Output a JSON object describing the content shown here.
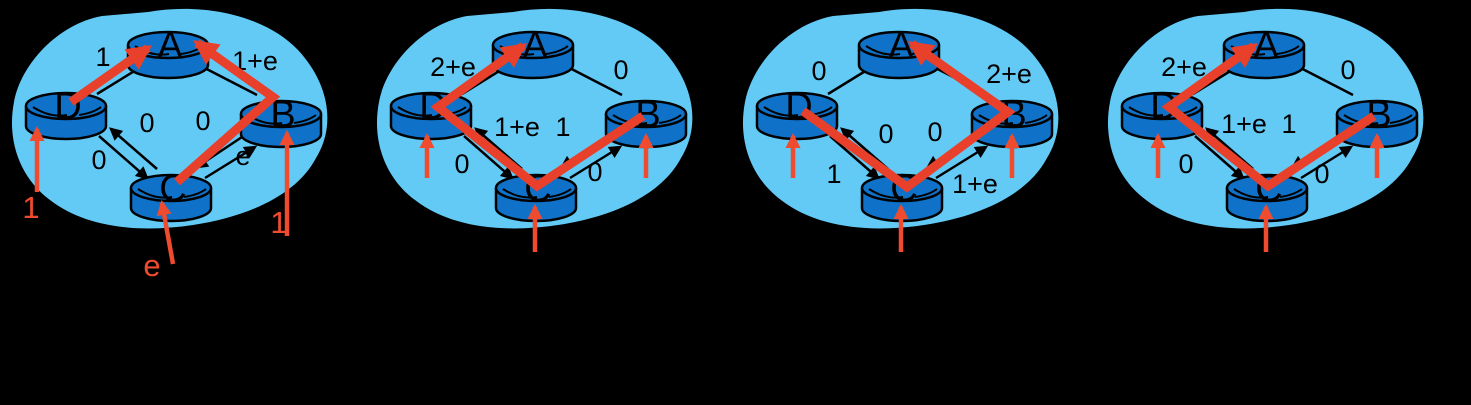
{
  "figure": {
    "background": "#000000",
    "colors": {
      "cloud": "#63CAF6",
      "node_fill": "#0F72C8",
      "node_stroke": "#000000",
      "link_color": "#000000",
      "label_color": "#000000",
      "traffic_red": "#E8402A",
      "pointer_red": "#EF4B2F"
    },
    "node_labels": [
      "A",
      "D",
      "B",
      "C"
    ],
    "panels": [
      {
        "id": "a",
        "costs": {
          "top_left": "1",
          "top_right": "1+e",
          "mid_left": "0",
          "mid_right": "0",
          "bottom_left": "0",
          "bottom_right": "e"
        },
        "red_paths": [
          [
            "D",
            "A"
          ],
          [
            "C",
            "B",
            "A"
          ]
        ],
        "pointers": [
          {
            "node": "D",
            "label": "1"
          },
          {
            "node": "C",
            "label": "e"
          },
          {
            "node": "B",
            "label": "1"
          }
        ]
      },
      {
        "id": "b",
        "costs": {
          "top_left": "2+e",
          "top_right": "0",
          "mid_left": "1+e",
          "mid_right": "1",
          "bottom_left": "0",
          "bottom_right": "0"
        },
        "red_paths": [
          [
            "B",
            "C",
            "D",
            "A"
          ]
        ],
        "pointers": [
          {
            "node": "D",
            "label": ""
          },
          {
            "node": "C",
            "label": ""
          },
          {
            "node": "B",
            "label": ""
          }
        ]
      },
      {
        "id": "c",
        "costs": {
          "top_left": "0",
          "top_right": "2+e",
          "mid_left": "0",
          "mid_right": "0",
          "bottom_left": "1",
          "bottom_right": "1+e"
        },
        "red_paths": [
          [
            "D",
            "C",
            "B",
            "A"
          ]
        ],
        "pointers": [
          {
            "node": "D",
            "label": ""
          },
          {
            "node": "C",
            "label": ""
          },
          {
            "node": "B",
            "label": ""
          }
        ]
      },
      {
        "id": "d",
        "costs": {
          "top_left": "2+e",
          "top_right": "0",
          "mid_left": "1+e",
          "mid_right": "1",
          "bottom_left": "0",
          "bottom_right": "0"
        },
        "red_paths": [
          [
            "B",
            "C",
            "D",
            "A"
          ]
        ],
        "pointers": [
          {
            "node": "D",
            "label": ""
          },
          {
            "node": "C",
            "label": ""
          },
          {
            "node": "B",
            "label": ""
          }
        ]
      }
    ]
  }
}
